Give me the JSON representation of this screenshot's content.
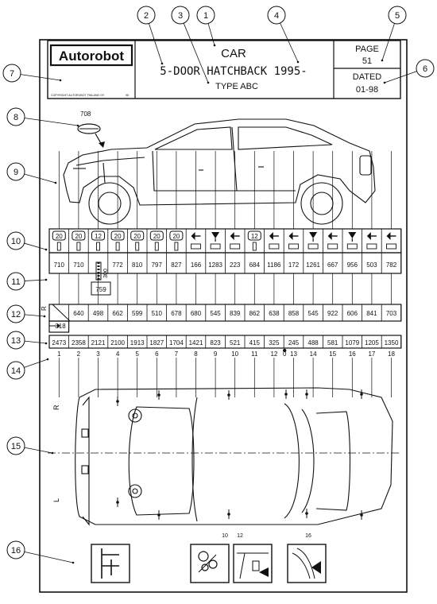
{
  "title_block": {
    "logo": "Autorobot",
    "logo_fine_print": "COPYRIGHT AUTOROBOT FINLAND OY",
    "logo_fine_print_2": "95",
    "vehicle_type": "CAR",
    "model": "5-DOOR HATCHBACK 1995-",
    "type_code": "TYPE ABC",
    "page_label": "PAGE",
    "page_number": "51",
    "dated_label": "DATED",
    "date": "01-98"
  },
  "callouts": [
    "1",
    "2",
    "3",
    "4",
    "5",
    "6",
    "7",
    "8",
    "9",
    "10",
    "11",
    "12",
    "13",
    "14",
    "15",
    "16"
  ],
  "detail_8_label": "708",
  "fixture_symbols": [
    "20",
    "20",
    "12",
    "20",
    "20",
    "20",
    "20",
    "arrow",
    "down",
    "arrow",
    "12",
    "arrow",
    "arrow",
    "down",
    "arrow",
    "down",
    "arrow",
    "arrow"
  ],
  "heights": [
    "710",
    "710",
    "",
    "772",
    "810",
    "797",
    "827",
    "166",
    "1283",
    "223",
    "684",
    "1186",
    "172",
    "1261",
    "667",
    "956",
    "503",
    "782"
  ],
  "extra_height": "300",
  "extra_height_box": "759",
  "row12_side_label": "R",
  "row12_sub_value": "318",
  "widths": [
    "",
    "640",
    "498",
    "662",
    "599",
    "510",
    "678",
    "680",
    "545",
    "839",
    "862",
    "638",
    "858",
    "545",
    "922",
    "606",
    "841",
    "703"
  ],
  "lengths": [
    "2473",
    "2358",
    "2121",
    "2100",
    "1913",
    "1827",
    "1704",
    "1421",
    "823",
    "521",
    "415",
    "325",
    "245",
    "488",
    "581",
    "1079",
    "1205",
    "1350"
  ],
  "point_numbers": [
    "1",
    "2",
    "3",
    "4",
    "5",
    "6",
    "7",
    "8",
    "9",
    "10",
    "11",
    "12",
    "0",
    "13",
    "14",
    "15",
    "16",
    "17",
    "18"
  ],
  "plan_side_right": "R",
  "plan_side_left": "L",
  "detail_labels": [
    "10",
    "12",
    "16"
  ]
}
